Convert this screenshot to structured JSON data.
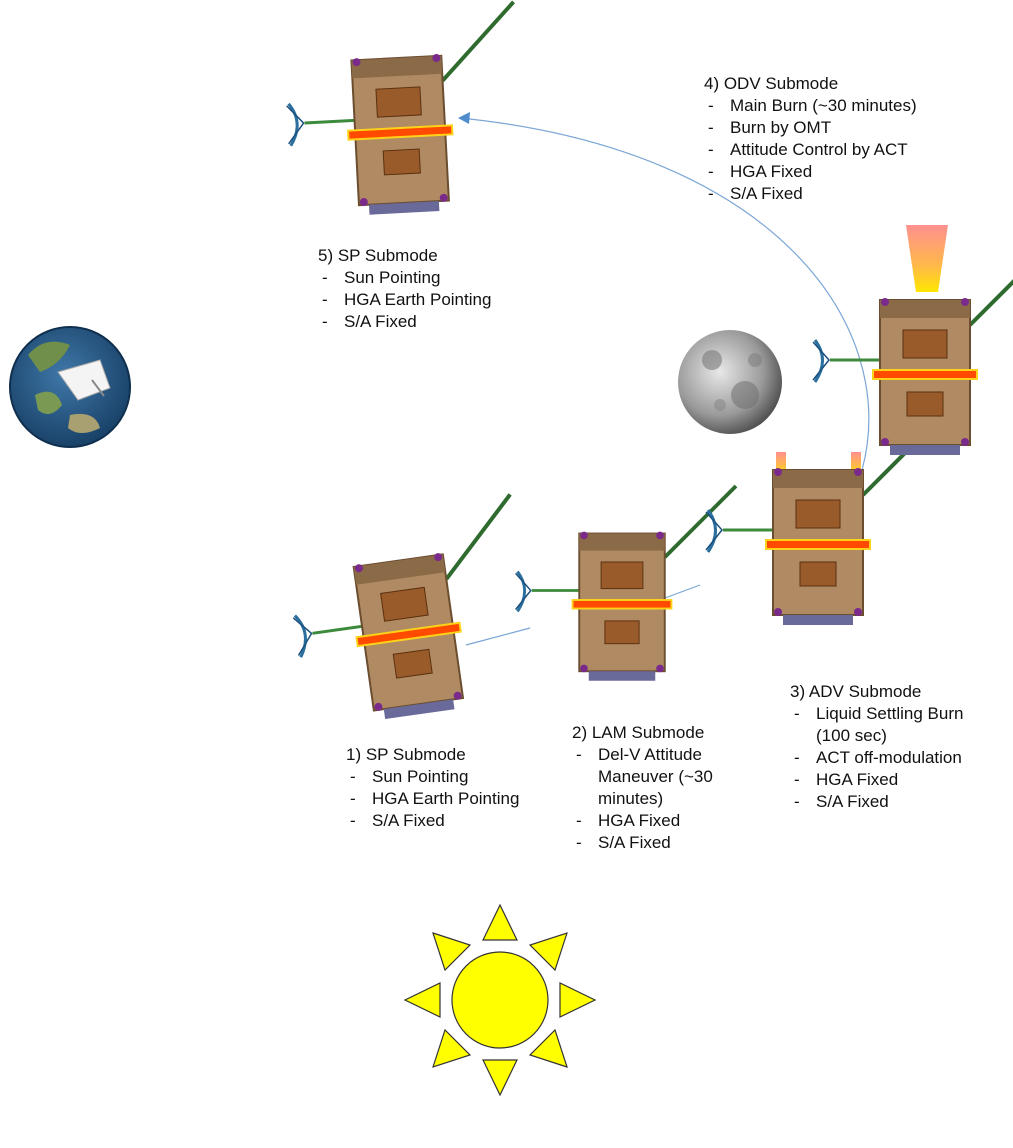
{
  "colors": {
    "orbit_line": "#7aa6d6",
    "sun_fill": "#ffff00",
    "sun_stroke": "#333333",
    "heat_strip": "#ff4a00",
    "heat_strip_border": "#ffd21a",
    "panel": "#b08a63",
    "boom": "#2f6b2f",
    "antenna": "#2b6f9e",
    "plume_top": "#ff8c8c",
    "plume_bottom": "#ffe600"
  },
  "icons": {
    "earth": "earth-with-dish-icon",
    "moon": "moon-icon",
    "sun": "sun-icon",
    "spacecraft": "spacecraft-icon",
    "plume": "thruster-plume-icon"
  },
  "stages": [
    {
      "title": "1) SP Submode",
      "items": [
        "Sun Pointing",
        "HGA Earth Pointing",
        "S/A Fixed"
      ]
    },
    {
      "title": "2) LAM Submode",
      "items": [
        "Del-V Attitude Maneuver (~30 minutes)",
        "HGA Fixed",
        "S/A Fixed"
      ]
    },
    {
      "title": "3) ADV Submode",
      "items": [
        "Liquid Settling Burn (100 sec)",
        "ACT off-modulation",
        "HGA Fixed",
        "S/A Fixed"
      ]
    },
    {
      "title": "4) ODV Submode",
      "items": [
        "Main Burn (~30 minutes)",
        "Burn by OMT",
        "Attitude Control by ACT",
        "HGA Fixed",
        "S/A Fixed"
      ]
    },
    {
      "title": "5) SP Submode",
      "items": [
        "Sun Pointing",
        "HGA Earth Pointing",
        "S/A Fixed"
      ]
    }
  ]
}
